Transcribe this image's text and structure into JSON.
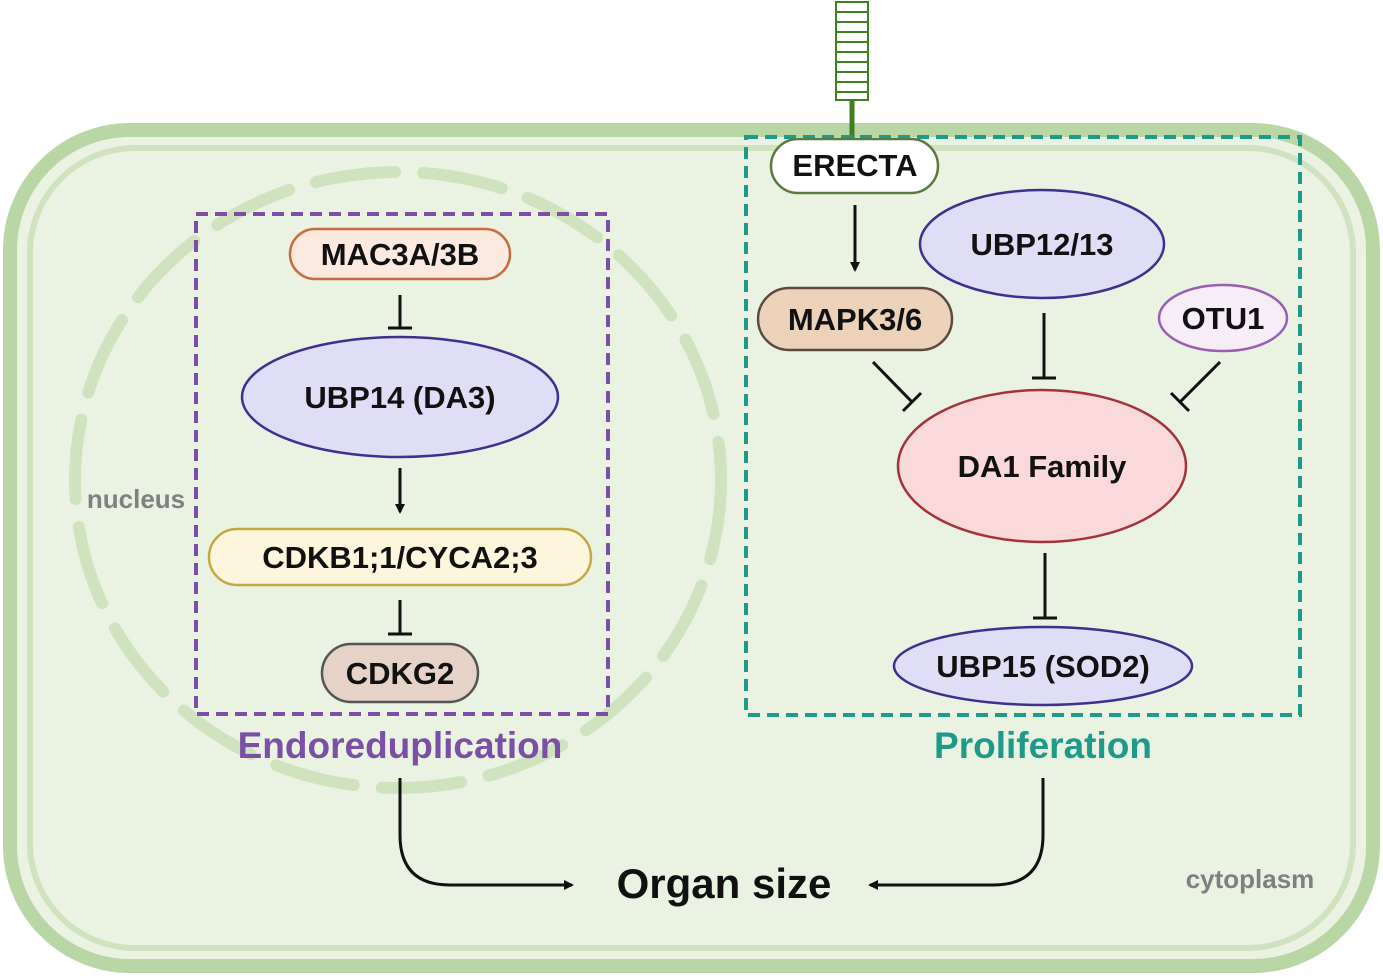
{
  "labels": {
    "nucleus": "nucleus",
    "cytoplasm": "cytoplasm",
    "endoreduplication": "Endoreduplication",
    "proliferation": "Proliferation",
    "organ_size": "Organ size"
  },
  "nodes": {
    "mac3": "MAC3A/3B",
    "ubp14": "UBP14 (DA3)",
    "cdkb1": "CDKB1;1/CYCA2;3",
    "cdkg2": "CDKG2",
    "erecta": "ERECTA",
    "ubp1213": "UBP12/13",
    "mapk": "MAPK3/6",
    "otu1": "OTU1",
    "da1": "DA1 Family",
    "ubp15": "UBP15 (SOD2)"
  },
  "colors": {
    "cell_fill": "#eaf3e1",
    "cell_border": "#b9d7a4",
    "nucleus_border": "#cfe3bf",
    "endoreduplication": "#7b4fa5",
    "proliferation": "#1f9a8a",
    "receptor": "#3f7f1f",
    "arrow": "#111111",
    "gray_text": "#808080"
  }
}
